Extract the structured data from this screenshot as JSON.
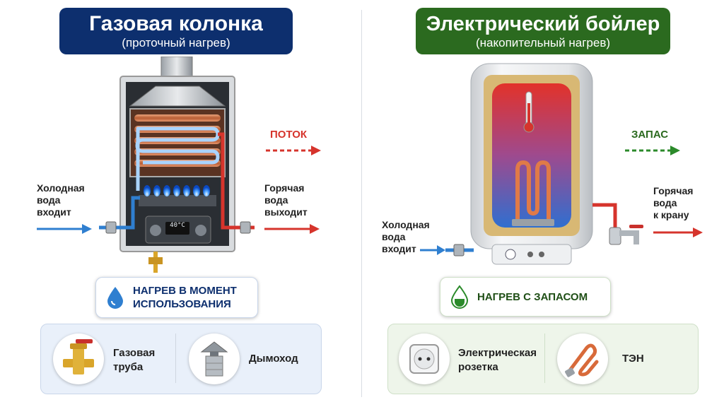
{
  "gas": {
    "title": "Газовая колонка",
    "subtitle": "(проточный нагрев)",
    "flow_label": "ПОТОК",
    "cold_in": [
      "Холодная",
      "вода",
      "входит"
    ],
    "hot_out": [
      "Горячая",
      "вода",
      "выходит"
    ],
    "display_temp": "40°C",
    "badge": [
      "НАГРЕВ В МОМЕНТ",
      "ИСПОЛЬЗОВАНИЯ"
    ],
    "items": [
      {
        "label": [
          "Газовая",
          "труба"
        ],
        "icon": "gas-valve-icon"
      },
      {
        "label": [
          "Дымоход"
        ],
        "icon": "chimney-icon"
      }
    ]
  },
  "electric": {
    "title": "Электрический бойлер",
    "subtitle": "(накопительный нагрев)",
    "flow_label": "ЗАПАС",
    "cold_in": [
      "Холодная",
      "вода",
      "входит"
    ],
    "hot_out": [
      "Горячая",
      "вода",
      "к крану"
    ],
    "badge": [
      "НАГРЕВ С ЗАПАСОМ"
    ],
    "items": [
      {
        "label": [
          "Электрическая",
          "розетка"
        ],
        "icon": "power-socket-icon"
      },
      {
        "label": [
          "ТЭН"
        ],
        "icon": "heating-element-icon"
      }
    ]
  },
  "colors": {
    "gas_title_bg": "#0d2f6e",
    "electric_title_bg": "#2b6a1f",
    "hot": "#d6342c",
    "cold": "#2f7fd0",
    "gas_panel_bg": "#e9f0fa",
    "electric_panel_bg": "#eef5ea"
  }
}
